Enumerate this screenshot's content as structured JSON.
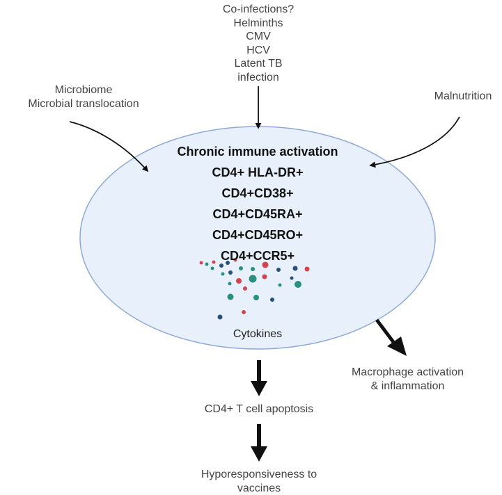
{
  "coinfections": [
    "Co-infections?",
    "Helminths",
    "CMV",
    "HCV",
    "Latent TB",
    "infection"
  ],
  "microbiome": [
    "Microbiome",
    "Microbial translocation"
  ],
  "malnutrition": "Malnutrition",
  "core": {
    "title": "Chronic immune activation",
    "markers": [
      "CD4+ HLA-DR+",
      "CD4+CD38+",
      "CD4+CD45RA+",
      "CD4+CD45RO+",
      "CD4+CCR5+"
    ]
  },
  "cytokines": "Cytokines",
  "macrophage": [
    "Macrophage activation",
    "& inflammation"
  ],
  "apoptosis": "CD4+ T cell apoptosis",
  "hypo": [
    "Hyporesponsiveness to",
    "vaccines"
  ],
  "colors": {
    "ellipse_fill": "#e8f1fb",
    "ellipse_stroke": "#8fa9d6",
    "dot_red": "#d2454f",
    "dot_teal": "#2a8f80",
    "dot_navy": "#26507a"
  }
}
